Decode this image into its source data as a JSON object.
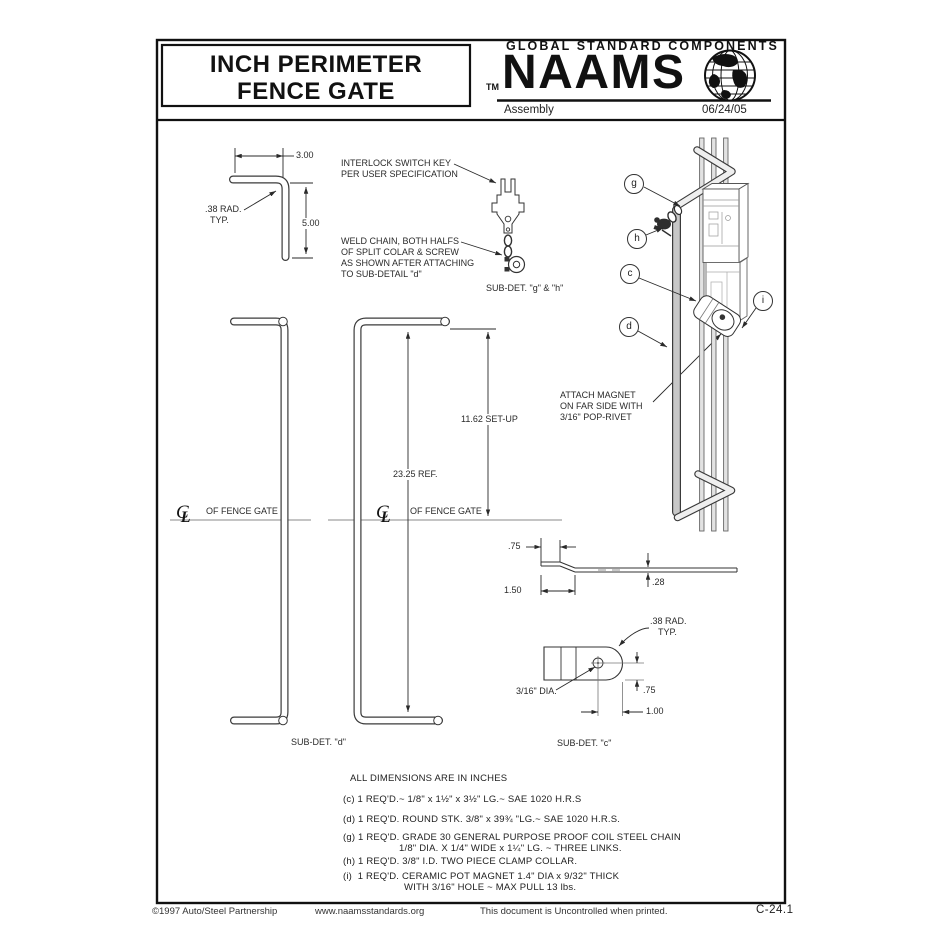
{
  "header": {
    "title_line1": "INCH PERIMETER",
    "title_line2": "FENCE GATE",
    "tagline": "GLOBAL STANDARD COMPONENTS",
    "tm": "TM",
    "brand": "NAAMS",
    "globe_icon": "globe-icon",
    "doc_type": "Assembly",
    "date": "06/24/05"
  },
  "annotations": {
    "interlock1": "INTERLOCK SWITCH KEY",
    "interlock2": "PER USER SPECIFICATION",
    "weld1": "WELD CHAIN, BOTH HALFS",
    "weld2": "OF SPLIT COLAR & SCREW",
    "weld3": "AS SHOWN AFTER ATTACHING",
    "weld4": "TO SUB-DETAIL \"d\"",
    "magnet1": "ATTACH MAGNET",
    "magnet2": "ON FAR SIDE WITH",
    "magnet3": "3/16\" POP-RIVET",
    "subdet_gh": "SUB-DET. \"g\" & \"h\"",
    "subdet_d": "SUB-DET. \"d\"",
    "subdet_c": "SUB-DET. \"c\""
  },
  "dims": {
    "d300": "3.00",
    "d500": "5.00",
    "rad38": ".38 RAD.",
    "typ": "TYP.",
    "setup": "11.62 SET-UP",
    "ref": "23.25 REF.",
    "bar75": ".75",
    "bar150": "1.50",
    "bar28": ".28",
    "c_rad38": ".38 RAD.",
    "c_typ": "TYP.",
    "c_hole": "3/16\" DIA.",
    "c_75": ".75",
    "c_100": "1.00"
  },
  "centerline": {
    "c": "C",
    "l": "L",
    "label": "OF FENCE GATE"
  },
  "balloons": {
    "g": "g",
    "h": "h",
    "c": "c",
    "d": "d",
    "i": "i"
  },
  "notes": {
    "heading": "ALL DIMENSIONS ARE IN INCHES",
    "c": "(c) 1 REQ'D.~ 1/8\" x 1½\" x 3½\" LG.~ SAE 1020 H.R.S",
    "d": "(d) 1 REQ'D. ROUND STK. 3/8\" x 39¾ \"LG.~ SAE 1020 H.R.S.",
    "g1": "(g) 1 REQ'D. GRADE 30 GENERAL PURPOSE PROOF COIL STEEL CHAIN",
    "g2": "1/8\" DIA. X 1/4\" WIDE x 1¼\" LG. ~ THREE LINKS.",
    "h": "(h) 1 REQ'D. 3/8\" I.D. TWO PIECE CLAMP COLLAR.",
    "i1": "(i)  1 REQ'D. CERAMIC POT MAGNET 1.4\" DIA x 9/32\" THICK",
    "i2": "WITH 3/16\" HOLE ~ MAX PULL 13 lbs."
  },
  "footer": {
    "copyright": "©1997 Auto/Steel Partnership",
    "url": "www.naamsstandards.org",
    "uncontrolled": "This document is Uncontrolled when printed.",
    "sheet_number": "C-24.1"
  }
}
